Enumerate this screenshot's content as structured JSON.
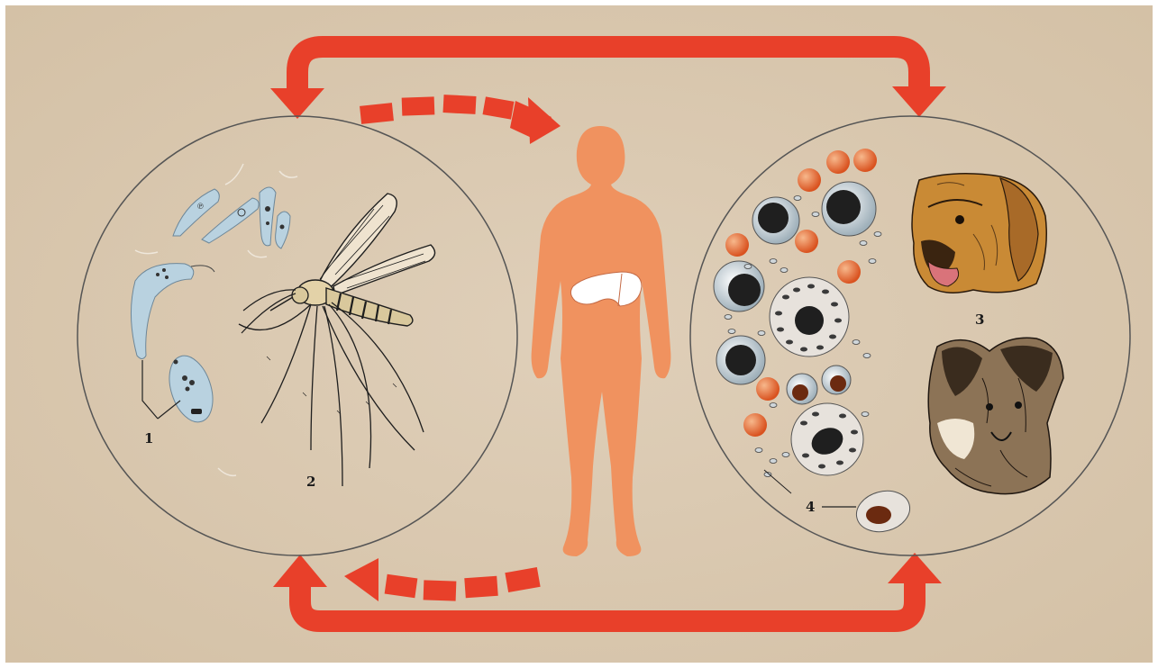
{
  "labels": {
    "one": "1",
    "two": "2",
    "three": "3",
    "four": "4"
  },
  "colors": {
    "background": "#dccbb4",
    "frame": "#ffffff",
    "arrow": "#e8402a",
    "human": "#f0925f",
    "liver": "#ffffff",
    "circle_stroke": "#555555",
    "promastigote": "#b9d2e0",
    "rbc": "#e8682e",
    "cell_dark": "#1f1f1f",
    "dog": "#c98a35",
    "jackal": "#6b5741"
  },
  "icons": {
    "cycle_arrow": "thick-red-cycle-arrow",
    "dashed_arrow": "dashed-red-arrow",
    "human": "human-silhouette",
    "liver": "liver-organ",
    "mosquito": "sandfly-mosquito",
    "parasite": "promastigote-parasite",
    "amastigote": "amastigote-cell",
    "dog": "dog-head",
    "jackal": "jackal-head"
  }
}
